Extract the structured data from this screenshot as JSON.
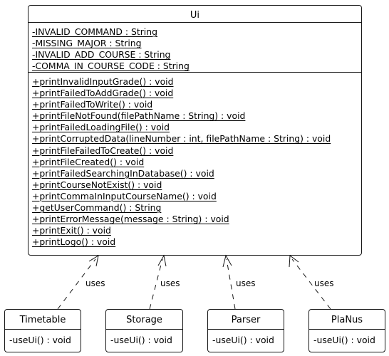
{
  "main_class": {
    "name": "Ui",
    "attributes": [
      "-INVALID_COMMAND : String",
      "-MISSING_MAJOR : String",
      "-INVALID_ADD_COURSE : String",
      "-COMMA_IN_COURSE_CODE : String"
    ],
    "operations": [
      "+printInvalidInputGrade() : void",
      "+printFailedToAddGrade() : void",
      "+printFailedToWrite() : void",
      "+printFileNotFound(filePathName : String) : void",
      "+printFailedLoadingFile() : void",
      "+printCorruptedData(lineNumber : int, filePathName : String) : void",
      "+printFileFailedToCreate() : void",
      "+printFileCreated() : void",
      "+printFailedSearchingInDatabase() : void",
      "+printCourseNotExist() : void",
      "+printCommaInInputCourseName() : void",
      "+getUserCommand() : String",
      "+printErrorMessage(message : String) : void",
      "+printExit() : void",
      "+printLogo() : void"
    ]
  },
  "dependents": [
    {
      "name": "Timetable",
      "method": "-useUi() : void",
      "relation": "uses"
    },
    {
      "name": "Storage",
      "method": "-useUi() : void",
      "relation": "uses"
    },
    {
      "name": "Parser",
      "method": "-useUi() : void",
      "relation": "uses"
    },
    {
      "name": "PlaNus",
      "method": "-useUi() : void",
      "relation": "uses"
    }
  ]
}
